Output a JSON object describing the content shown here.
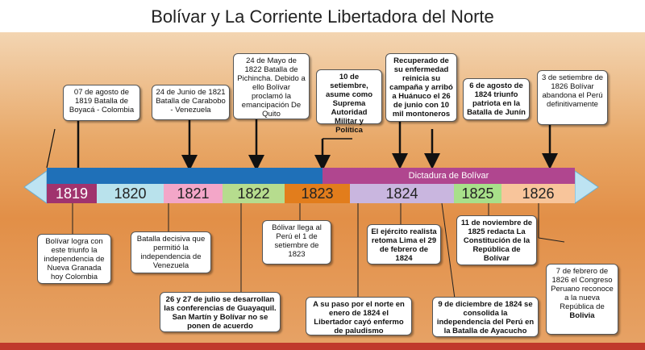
{
  "title": "Bolívar y La Corriente Libertadora del Norte",
  "band_label": "Dictadura de Bolívar",
  "years": [
    {
      "label": "1819",
      "color": "#a0336e"
    },
    {
      "label": "1820",
      "color": "#b9e2ec"
    },
    {
      "label": "1821",
      "color": "#f3a6c8"
    },
    {
      "label": "1822",
      "color": "#b6dc8e"
    },
    {
      "label": "1823",
      "color": "#e27d1c"
    },
    {
      "label": "1824",
      "color": "#c9b6df"
    },
    {
      "label": "1825",
      "color": "#a8e08a"
    },
    {
      "label": "1826",
      "color": "#f8c59b"
    }
  ],
  "top_events": [
    "07 de agosto de 1819 Batalla de Boyacá - Colombia",
    "24 de Junio de 1821 Batalla de Carabobo - Venezuela",
    "24 de Mayo de 1822 Batalla de Pichincha. Debido a ello Bolívar proclamó la emancipación De Quito",
    "10 de setiembre, asume como Suprema Autoridad Militar y Política",
    "Recuperado de su enfermedad reinicia su campaña y arribó a Huánuco el 26 de junio con 10 mil montoneros",
    "6 de agosto de 1824 triunfo patriota en la Batalla de Junín",
    "3 de setiembre de 1826 Bolívar abandona el Perú definitivamente"
  ],
  "bottom_events": [
    "Bolívar logra con este triunfo la independencia de Nueva Granada hoy Colombia",
    "Batalla decisiva que permitió la independencia de Venezuela",
    "26 y 27 de julio se desarrollan las conferencias de Guayaquil. San Martín y Bolívar no se ponen de acuerdo",
    "Bólivar llega al Perú el 1 de setiembre de 1823",
    "A su paso por el norte en enero de 1824 el Libertador cayó enfermo de paludismo",
    "El ejército realista retoma Lima el 29 de febrero de 1824",
    "9 de diciembre de 1824 se consolida la independencia del Perú en la Batalla de Ayacucho",
    "11 de noviembre de 1825 redacta La Constitución de la República de Bolívar",
    "7 de febrero de 1826 el Congreso Peruano reconoce a la nueva República de",
    "Bolivia"
  ],
  "colors": {
    "blue_band": "#1f70b8",
    "purple_band": "#b0468f",
    "arrow": "#bde3f2",
    "border": "#c0392b"
  }
}
